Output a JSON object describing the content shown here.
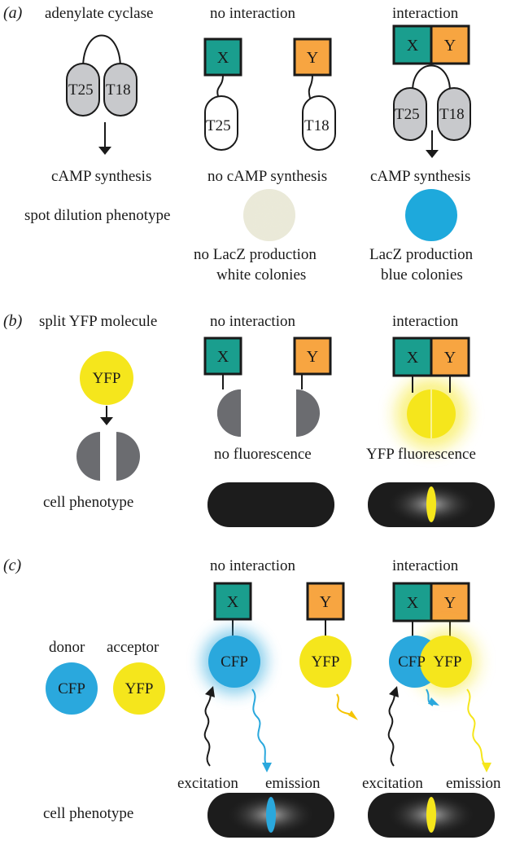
{
  "panel_a": {
    "letter": "(a)",
    "col1_title": "adenylate cyclase",
    "col2_title": "no interaction",
    "col3_title": "interaction",
    "t25": "T25",
    "t18": "T18",
    "x": "X",
    "y": "Y",
    "result_left": "cAMP synthesis",
    "result_mid": "no cAMP synthesis",
    "result_right": "cAMP synthesis",
    "phenotype_label": "spot dilution phenotype",
    "mid_line1": "no LacZ production",
    "mid_line2": "white colonies",
    "right_line1": "LacZ production",
    "right_line2": "blue colonies"
  },
  "panel_b": {
    "letter": "(b)",
    "col1_title": "split YFP molecule",
    "yfp": "YFP",
    "col2_title": "no interaction",
    "col3_title": "interaction",
    "x": "X",
    "y": "Y",
    "result_mid": "no fluorescence",
    "result_right": "YFP fluorescence",
    "phenotype_label": "cell phenotype"
  },
  "panel_c": {
    "letter": "(c)",
    "col2_title": "no interaction",
    "col3_title": "interaction",
    "donor_label": "donor",
    "acceptor_label": "acceptor",
    "cfp": "CFP",
    "yfp": "YFP",
    "x": "X",
    "y": "Y",
    "excitation_mid": "excitation",
    "emission_mid": "emission",
    "excitation_right": "excitation",
    "emission_right": "emission",
    "phenotype_label": "cell phenotype"
  },
  "colors": {
    "teal": "#1a9e8e",
    "orange": "#f7a541",
    "grey_domain": "#c8c9cc",
    "dark_half": "#6b6c70",
    "yfp_yellow": "#f5e61c",
    "cfp_blue": "#2aa8dd",
    "cell_black": "#1c1c1c"
  }
}
